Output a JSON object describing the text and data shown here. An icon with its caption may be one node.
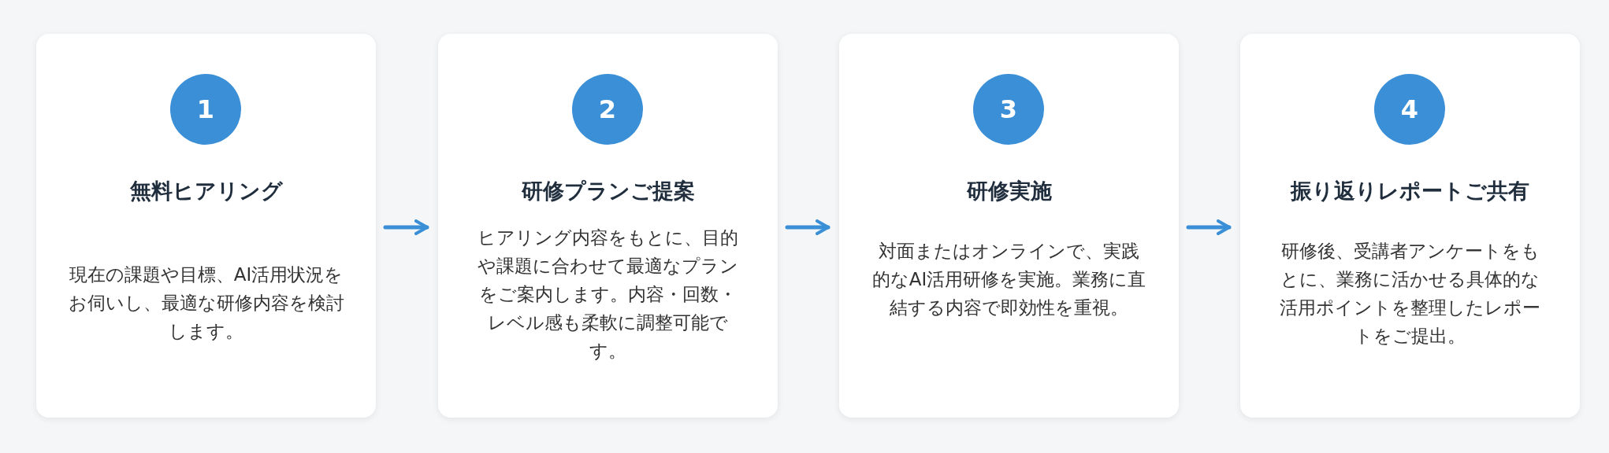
{
  "diagram": {
    "nodes": [
      {
        "text": [
          "無料ヒアリング",
          "現在の課題や目標、AI活用状況をお伺いし、最適な研修内容を検討します。"
        ]
      },
      {
        "text": [
          "1"
        ],
        "in": 0
      },
      {
        "text": [
          "研修プランご提案",
          "ヒアリング内容をもとに、目的や課題に合わせて最適なプランをご案内します。内容・回数・レベル感も柔軟に調整可能です。"
        ]
      },
      {
        "text": [
          "2"
        ],
        "in": 2
      },
      {
        "text": [
          "研修実施",
          "対面またはオンラインで、実践的なAI活用研修を実施。業務に直結する内容で即効性を重視。"
        ]
      },
      {
        "text": [
          "3"
        ],
        "in": 4
      },
      {
        "text": [
          "振り返りレポートご共有",
          "研修後、受講者アンケートをもとに、業務に活かせる具体的な活用ポイントを整理したレポートをご提出。"
        ]
      },
      {
        "text": [
          "4"
        ],
        "in": 6
      }
    ],
    "edges": [
      {
        "from": 0,
        "to": 2,
        "arrow": "to"
      },
      {
        "from": 2,
        "to": 4,
        "arrow": "to"
      },
      {
        "from": 4,
        "to": 6,
        "arrow": "to"
      }
    ]
  }
}
